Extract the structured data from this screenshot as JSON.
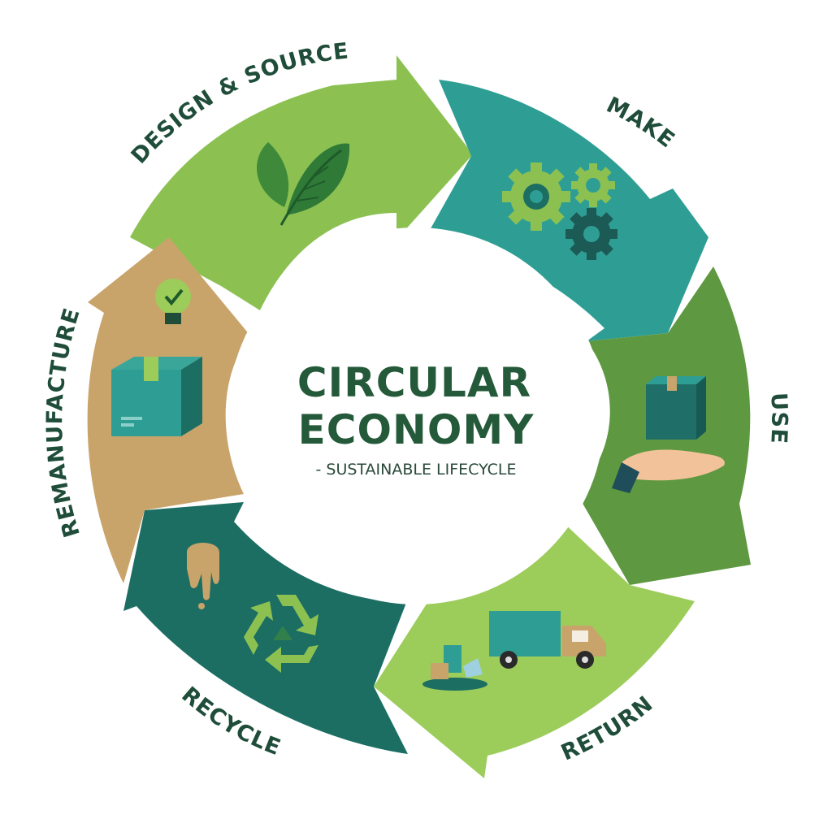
{
  "title_line1": "CIRCULAR",
  "title_line2": "ECONOMY",
  "subtitle": "- SUSTAINABLE LIFECYCLE",
  "stages": [
    {
      "label": "DESIGN & SOURCE",
      "color": "#8cc152",
      "icon": "leaf-icon"
    },
    {
      "label": "MAKE",
      "color": "#2e9e94",
      "icon": "gears-icon"
    },
    {
      "label": "USE",
      "color": "#5e9840",
      "icon": "hand-with-box-icon"
    },
    {
      "label": "RETURN",
      "color": "#9ccc5a",
      "icon": "delivery-truck-icon"
    },
    {
      "label": "RECYCLE",
      "color": "#1c6e63",
      "icon": "recycle-icon"
    },
    {
      "label": "REMANUFACTURE",
      "color": "#c9a46a",
      "icon": "box-with-lightbulb-icon"
    }
  ],
  "colors": {
    "text_dark": "#1f4d3a",
    "title": "#245a3a"
  }
}
